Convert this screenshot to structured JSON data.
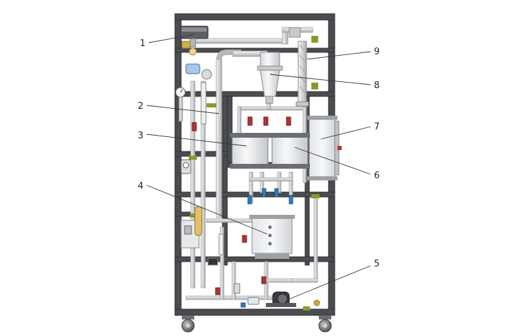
{
  "callouts": [
    {
      "id": "c1",
      "label": "1"
    },
    {
      "id": "c2",
      "label": "2"
    },
    {
      "id": "c3",
      "label": "3"
    },
    {
      "id": "c4",
      "label": "4"
    },
    {
      "id": "c5",
      "label": "5"
    },
    {
      "id": "c6",
      "label": "6"
    },
    {
      "id": "c7",
      "label": "7"
    },
    {
      "id": "c8",
      "label": "8"
    },
    {
      "id": "c9",
      "label": "9"
    }
  ],
  "colors": {
    "frame": "#4a4c50",
    "frame_edge": "#2f3033",
    "pipe": "#d9dbdd",
    "pipe_edge": "#9a9c9f",
    "tank_fill": "#e9ecef",
    "valve_red": "#b83232",
    "valve_blue": "#2e7fc9",
    "leader": "#333333"
  }
}
